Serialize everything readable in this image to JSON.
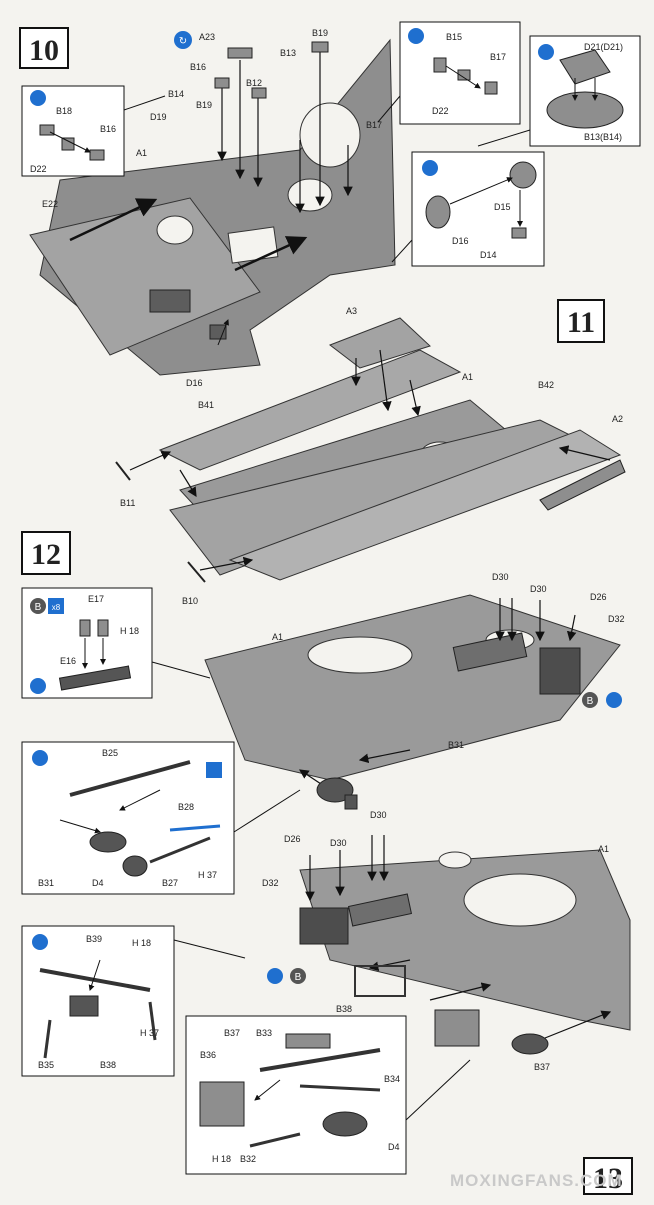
{
  "steps": [
    {
      "num": "10"
    },
    {
      "num": "11"
    },
    {
      "num": "12"
    },
    {
      "num": "13"
    }
  ],
  "step10": {
    "labels": [
      "A23",
      "B16",
      "B13",
      "B19",
      "B12",
      "B14",
      "B19",
      "D19",
      "B17",
      "A1",
      "E22",
      "D16"
    ],
    "inset_left": {
      "labels": [
        "B18",
        "B16",
        "D22"
      ]
    },
    "inset_top": {
      "labels": [
        "B15",
        "B17",
        "D22"
      ]
    },
    "inset_right": {
      "labels": [
        "D21(D21)",
        "B13(B14)"
      ]
    },
    "inset_mid": {
      "labels": [
        "D15",
        "D16",
        "D14"
      ]
    }
  },
  "step11": {
    "labels": [
      "A3",
      "A1",
      "B42",
      "B41",
      "A2",
      "B11",
      "B10"
    ]
  },
  "step12": {
    "labels": [
      "D30",
      "D30",
      "D26",
      "D32",
      "A1",
      "B31"
    ],
    "inset_tracks": {
      "labels": [
        "E17",
        "E16"
      ],
      "multiplier": "x8",
      "badge_letter": "B",
      "ref": "H 18"
    },
    "inset_arms": {
      "labels": [
        "B25",
        "B28",
        "B31",
        "D4",
        "B27"
      ],
      "ref": "H 37"
    }
  },
  "step13": {
    "labels": [
      "D30",
      "D30",
      "D26",
      "D32",
      "A1",
      "B38",
      "B37"
    ],
    "inset_left": {
      "labels": [
        "B39",
        "B35",
        "B38"
      ],
      "ref1": "H 18",
      "ref2": "H 37"
    },
    "inset_bottom": {
      "labels": [
        "B37",
        "B33",
        "B36",
        "B34",
        "D4",
        "B32"
      ],
      "ref": "H 18"
    }
  },
  "badges": {
    "ref_left_1": "B",
    "ref_left_2": "B"
  },
  "watermark": "MOXINGFANS.COM",
  "colors": {
    "paper": "#f4f3ef",
    "grey_part": "#8e8e8e",
    "grey_light": "#b0b0b0",
    "accent_blue": "#1f6fcf"
  }
}
